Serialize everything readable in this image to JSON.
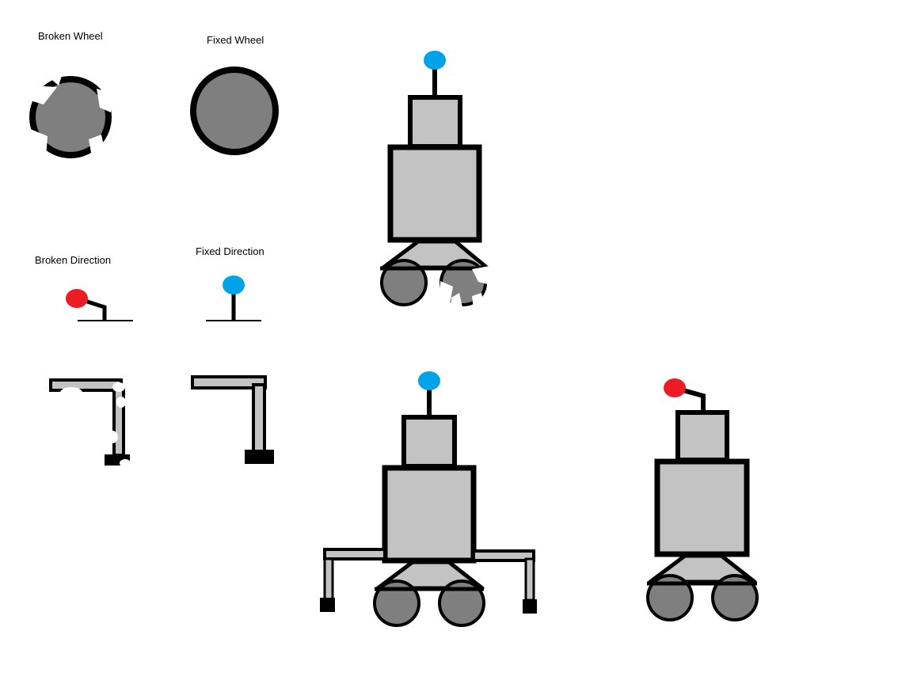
{
  "labels": {
    "broken_wheel": "Broken Wheel",
    "fixed_wheel": "Fixed Wheel",
    "broken_direction": "Broken Direction",
    "fixed_direction": "Fixed Direction"
  },
  "colors": {
    "background": "#ffffff",
    "outline": "#000000",
    "body_fill": "#c3c3c3",
    "wheel_fill": "#7f7f7f",
    "antenna_ok": "#00a2e8",
    "antenna_broken": "#ed1c24"
  }
}
